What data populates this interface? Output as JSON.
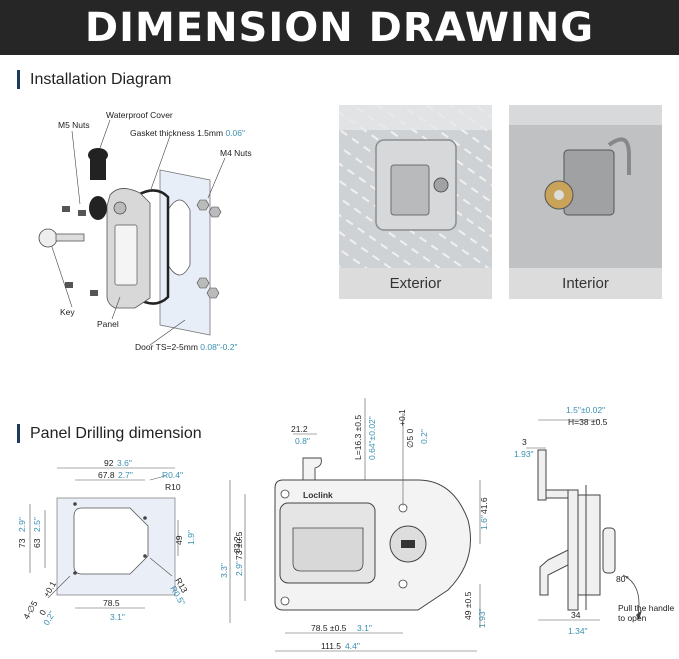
{
  "header": {
    "title": "DIMENSION DRAWING"
  },
  "installation": {
    "title": "Installation Diagram",
    "labels": {
      "m5_nuts": "M5 Nuts",
      "waterproof_cover": "Waterproof Cover",
      "gasket": "Gasket thickness 1.5mm",
      "gasket_in": "0.06\"",
      "m4_nuts": "M4 Nuts",
      "key": "Key",
      "panel": "Panel",
      "door": "Door TS=2-5mm",
      "door_in": "0.08\"-0.2\""
    },
    "photos": {
      "exterior": "Exterior",
      "interior": "Interior"
    },
    "brand": "Loclink"
  },
  "drilling": {
    "title": "Panel Drilling dimension",
    "panel": {
      "w92": "92",
      "w92_in": "3.6\"",
      "w678": "67.8",
      "w678_in": "2.7\"",
      "r04": "R0.4\"",
      "r10": "R10",
      "h73": "73",
      "h73_in": "2.9\"",
      "h632": "63",
      "h632_in": "2.5\"",
      "h49": "49",
      "h49_in": "1.9\"",
      "r13": "R13",
      "r05": "R0.5\"",
      "w785": "78.5",
      "w785_in": "3.1\"",
      "hole": "4-∅5",
      "hole_tol": "+0.1",
      "hole_tol2": "0",
      "hole_in": "0.2\""
    },
    "front": {
      "w212": "21.2",
      "w212_in": "0.8\"",
      "l163": "L=16.3 ±0.5",
      "l163_in": "0.64\"±0.02\"",
      "d5": "∅5",
      "d5_tol": "+0.1",
      "d5_tol2": "0",
      "d5_in": "0.2\"",
      "h832": "83.2",
      "h832_in": "3.3\"",
      "h73": "73 ±0.5",
      "h73_in": "2.9\"",
      "h416": "41.6",
      "h416_in": "1.6\"",
      "h49": "49 ±0.5",
      "h49_in": "1.93\"",
      "w785": "78.5 ±0.5",
      "w785_in": "3.1\"",
      "w1115": "111.5",
      "w1115_in": "4.4\""
    },
    "side": {
      "h38": "H=38 ±0.5",
      "h38_in": "1.5\"±0.02\"",
      "w3": "3",
      "w3_in": "1.93\"",
      "angle": "80°",
      "pull": "Pull the handle",
      "pull2": "to open",
      "w34": "34",
      "w34_in": "1.34\""
    }
  }
}
